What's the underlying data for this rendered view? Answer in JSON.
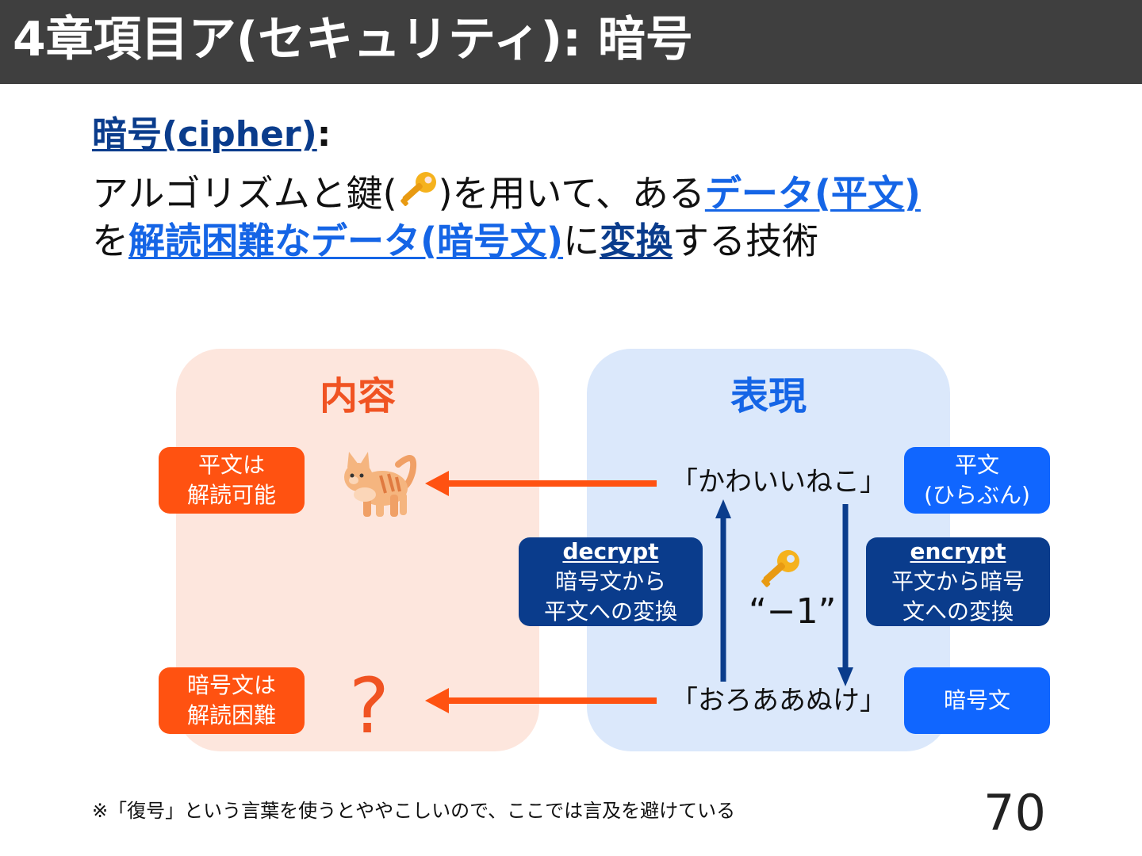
{
  "title": "4章項目ア(セキュリティ): 暗号",
  "term": {
    "label": "暗号(cipher)",
    "colon": ":"
  },
  "definition": {
    "line1_a": "アルゴリズムと鍵(",
    "line1_b": ")を用いて、ある",
    "line1_link": "データ(平文)",
    "line2_a": "を",
    "line2_link": "解読困難なデータ(暗号文)",
    "line2_b": "に",
    "line2_link2": "変換",
    "line2_c": "する技術"
  },
  "panels": {
    "content_heading": "内容",
    "representation_heading": "表現"
  },
  "boxes": {
    "plaintext_readable": [
      "平文は",
      "解読可能"
    ],
    "ciphertext_hard": [
      "暗号文は",
      "解読困難"
    ],
    "plaintext": [
      "平文",
      "(ひらぶん)"
    ],
    "ciphertext": "暗号文",
    "decrypt": {
      "title": "decrypt",
      "lines": [
        "暗号文から",
        "平文への変換"
      ]
    },
    "encrypt": {
      "title": "encrypt",
      "lines": [
        "平文から暗号",
        "文への変換"
      ]
    }
  },
  "plaintext_example": "「かわいいねこ」",
  "ciphertext_example": "「おろああぬけ」",
  "key_value": "“−1”",
  "question_mark": "?",
  "footnote": "※「復号」という言葉を使うとややこしいので、ここでは言及を避けている",
  "page_number": "70",
  "icons": [
    "key-icon",
    "cat-icon"
  ],
  "colors": {
    "orange": "#ff5211",
    "blue": "#1066ff",
    "navy": "#0a3c8c",
    "title_bg": "#3f3f3f"
  }
}
